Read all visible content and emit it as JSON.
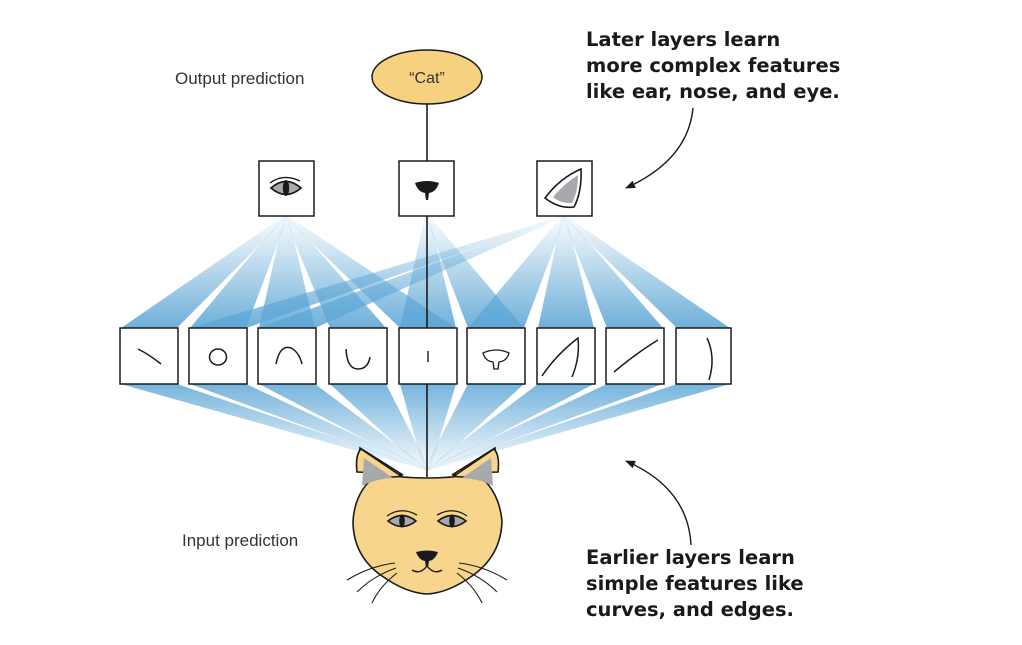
{
  "output_label": "Output prediction",
  "input_label": "Input prediction",
  "output_node": "“Cat”",
  "later_note": [
    "Later layers learn",
    "more complex features",
    "like ear, nose, and eye."
  ],
  "earlier_note": [
    "Earlier layers learn",
    "simple features like",
    "curves, and edges."
  ],
  "colors": {
    "node_fill": "#f6d280",
    "beam": "#5ea7d6",
    "cat_fill": "#f8d58c",
    "ear_inner": "#a7a9ac",
    "stroke": "#1a1a1a"
  },
  "icons": {
    "high_level": [
      "eye-feature-icon",
      "nose-feature-icon",
      "ear-feature-icon"
    ],
    "low_level": [
      "diagonal-stroke-icon",
      "circle-icon",
      "arch-curve-icon",
      "u-curve-icon",
      "vertical-tick-icon",
      "nose-outline-icon",
      "ear-outline-icon",
      "long-diagonal-icon",
      "vertical-curve-icon"
    ],
    "input": "cat-face-icon"
  }
}
